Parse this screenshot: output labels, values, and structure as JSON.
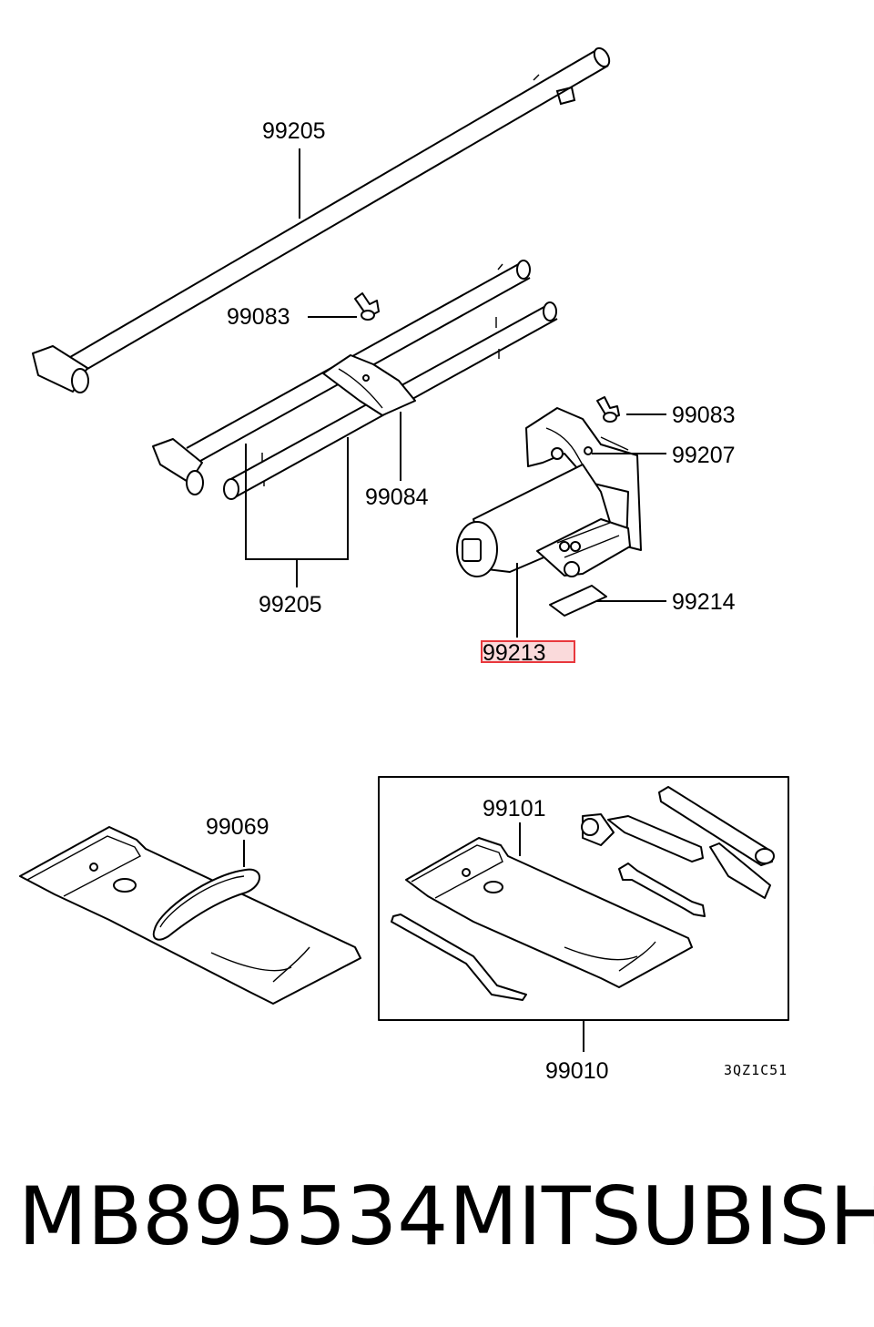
{
  "callouts": {
    "handle_top": "99205",
    "wing_bolt_left": "99083",
    "wing_bolt_right": "99083",
    "clamp": "99084",
    "bracket": "99207",
    "handle_bottom": "99205",
    "pad": "99214",
    "jack": "99213",
    "tool_bag": "99069",
    "bag_set": "99101",
    "tool_kit": "99010"
  },
  "diagram_code": "3QZ1C51",
  "footer": {
    "part_number": "MB895534",
    "brand": "MITSUBISHI"
  },
  "highlight": {
    "target": "jack",
    "color": "#e8383d",
    "fill": "#fadadb"
  }
}
